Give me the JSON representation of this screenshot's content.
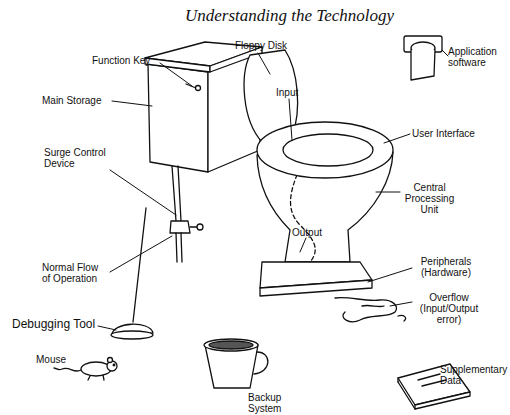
{
  "diagram": {
    "title": "Understanding the Technology",
    "labels": [
      "Floppy Disk",
      "Function Key",
      "Main Storage",
      "Input",
      "Application software",
      "User Interface",
      "Surge Control Device",
      "Central Processing Unit",
      "Output",
      "Normal Flow of Operation",
      "Peripherals (Hardware)",
      "Overflow (Input/Output error)",
      "Debugging Tool",
      "Mouse",
      "Backup System",
      "Supplementary Data"
    ]
  }
}
